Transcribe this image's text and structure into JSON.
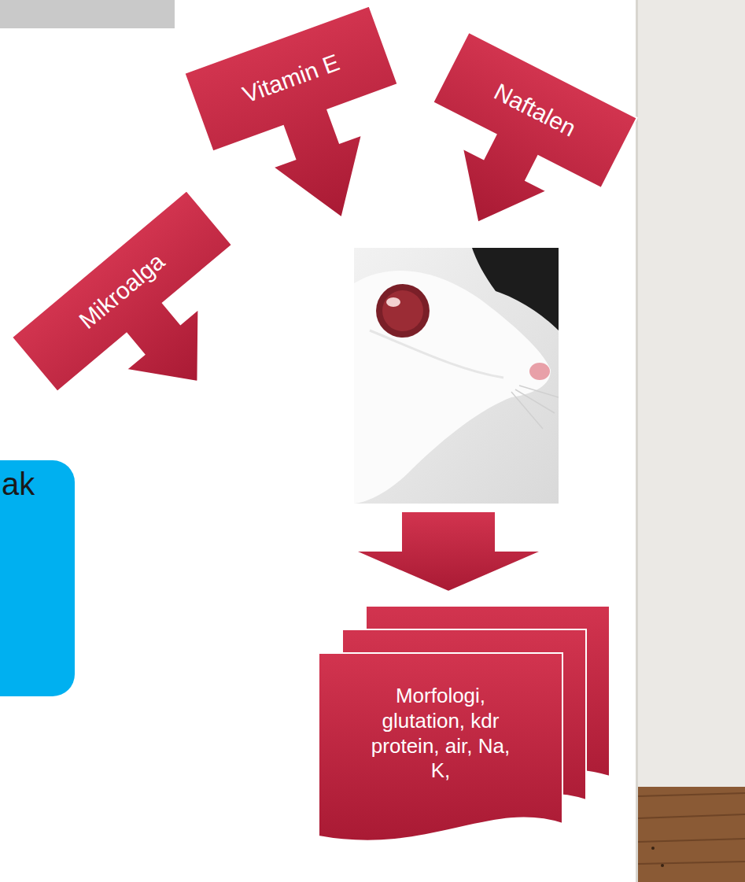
{
  "diagram": {
    "nodes": [
      {
        "text": [
          "Vitamin E"
        ]
      },
      {
        "text": [
          "Naftalen"
        ]
      },
      {
        "text": [
          "Mikroalga"
        ]
      },
      {
        "text": [
          "ak"
        ]
      },
      {
        "text": [
          "Morfologi, glutation, kdr protein, air, Na, K,"
        ]
      }
    ]
  }
}
